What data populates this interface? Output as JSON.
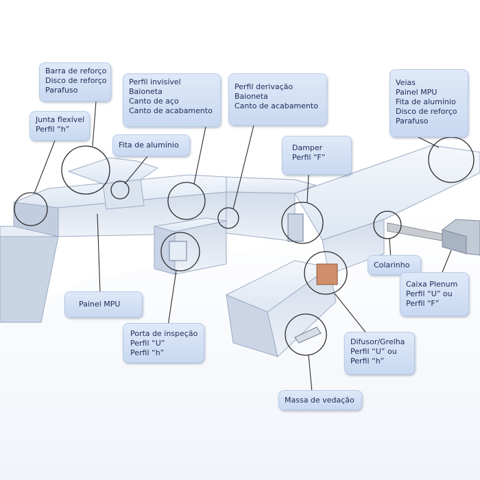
{
  "callouts": [
    {
      "id": "barra",
      "lines": [
        "Barra de reforço",
        "Disco de reforço",
        "Parafuso"
      ]
    },
    {
      "id": "junta",
      "lines": [
        "Junta flexível",
        "Perfil “h”"
      ]
    },
    {
      "id": "fita",
      "lines": [
        "Fita de alumínio"
      ]
    },
    {
      "id": "invisivel",
      "lines": [
        "Perfil invisível",
        "Baioneta",
        "Canto de aço",
        "Canto de acabamento"
      ]
    },
    {
      "id": "derivacao",
      "lines": [
        "Perfil derivação",
        "Baioneta",
        "Canto de acabamento"
      ]
    },
    {
      "id": "damper",
      "lines": [
        "Damper",
        "Perfil “F”"
      ]
    },
    {
      "id": "veias",
      "lines": [
        "Veias",
        "Painel MPU",
        "Fita de alumínio",
        "Disco de reforço",
        "Parafuso"
      ]
    },
    {
      "id": "colarinho",
      "lines": [
        "Colarinho"
      ]
    },
    {
      "id": "plenum",
      "lines": [
        "Caixa Plenum",
        "Perfil “U” ou",
        "Perfil “F”"
      ]
    },
    {
      "id": "painel",
      "lines": [
        "Painel MPU"
      ]
    },
    {
      "id": "porta",
      "lines": [
        "Porta de inspeção",
        "Perfil “U”",
        "Perfil “h”"
      ]
    },
    {
      "id": "difusor",
      "lines": [
        "Difusor/Grelha",
        "Perfil “U” ou",
        "Perfil “h”"
      ]
    },
    {
      "id": "massa",
      "lines": [
        "Massa de vedação"
      ]
    }
  ],
  "colors": {
    "duct_light": "#eef3fa",
    "duct_mid": "#d4deec",
    "duct_dark": "#aab9cf",
    "label_bg": "#d6e3f6",
    "label_text": "#1c2a55",
    "leader": "#2a2a2a"
  }
}
